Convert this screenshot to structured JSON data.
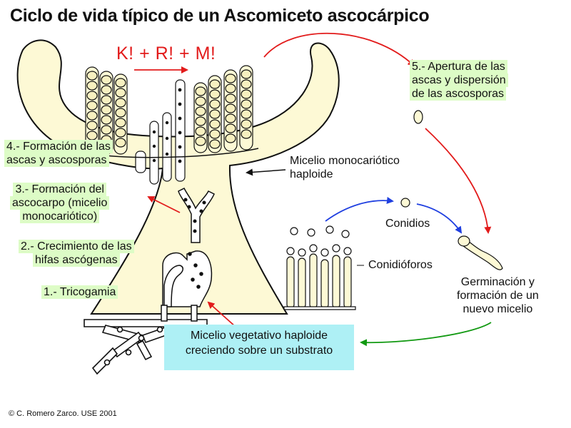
{
  "title": "Ciclo de vida típico de un Ascomiceto ascocárpico",
  "formula": "K! + R! + M!",
  "steps": {
    "s1": "1.- Tricogamia",
    "s2_l1": "2.- Crecimiento de las",
    "s2_l2": "hifas ascógenas",
    "s3_l1": "3.- Formación del",
    "s3_l2": "ascocarpo (micelio",
    "s3_l3": "monocariótico)",
    "s4_l1": "4.- Formación de las",
    "s4_l2": "ascas y ascosporas",
    "s5_l1": "5.- Apertura de las",
    "s5_l2": "ascas y dispersión",
    "s5_l3": "de las ascosporas"
  },
  "labels": {
    "micelio_mono_l1": "Micelio monocariótico",
    "micelio_mono_l2": "haploide",
    "conidios": "Conidios",
    "conidioforos": "Conidióforos",
    "germ_l1": "Germinación y",
    "germ_l2": "formación de un",
    "germ_l3": "nuevo micelio",
    "veg_l1": "Micelio vegetativo haploide",
    "veg_l2": "creciendo sobre un substrato"
  },
  "copyright": "© C. Romero Zarco. USE 2001",
  "colors": {
    "fruiting_body": "#fdf9d5",
    "highlight": "#ddfcc6",
    "box": "#aef0f5",
    "red_arrow": "#e21b1b",
    "blue_arrow": "#1f3fe0",
    "green_arrow": "#119911"
  }
}
